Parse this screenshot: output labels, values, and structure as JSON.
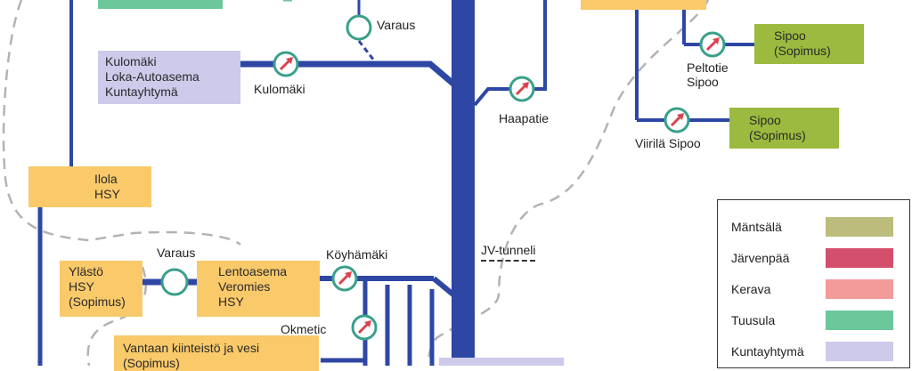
{
  "colors": {
    "pipe": "#2e47a4",
    "hsy": "#f9c96a",
    "kuntayhtyma": "#cdcaeb",
    "sopimus_green": "#9cba3f",
    "tuusula": "#6cc79a",
    "meter_ring": "#3aa08a",
    "meter_arrow": "#d9434f",
    "dashed": "#b3b3b3"
  },
  "boxes": {
    "kulomaki": {
      "lines": "Kulomäki\nLoka-Autoasema\nKuntayhtymä"
    },
    "iloka": {
      "lines": "Ilola\nHSY"
    },
    "ylasto": {
      "lines": "Ylästö\nHSY\n(Sopimus)"
    },
    "lentoasema": {
      "lines": "Lentoasema\nVeromies\nHSY"
    },
    "vantaa": {
      "lines": "Vantaan kiinteistö ja vesi\n(Sopimus)"
    },
    "sipoo_top": {
      "lines": "Sipoo\n(Sopimus)"
    },
    "sipoo_mid": {
      "lines": "Sipoo\n(Sopimus)"
    }
  },
  "labels": {
    "varaus_top": "Varaus",
    "kulomaki_meter": "Kulomäki",
    "haapatie": "Haapatie",
    "peltotie": "Peltotie\nSipoo",
    "viirila": "Viirilä Sipoo",
    "varaus_bottom": "Varaus",
    "koyhamaki": "Köyhämäki",
    "okmetic": "Okmetic",
    "jv_tunneli": "JV-tunneli"
  },
  "legend": {
    "items": [
      {
        "name": "Mäntsälä",
        "color": "#bcbc7c"
      },
      {
        "name": "Järvenpää",
        "color": "#d44f6c"
      },
      {
        "name": "Kerava",
        "color": "#f39a9a"
      },
      {
        "name": "Tuusula",
        "color": "#6cc79a"
      },
      {
        "name": "Kuntayhtymä",
        "color": "#cdcaeb"
      }
    ]
  }
}
